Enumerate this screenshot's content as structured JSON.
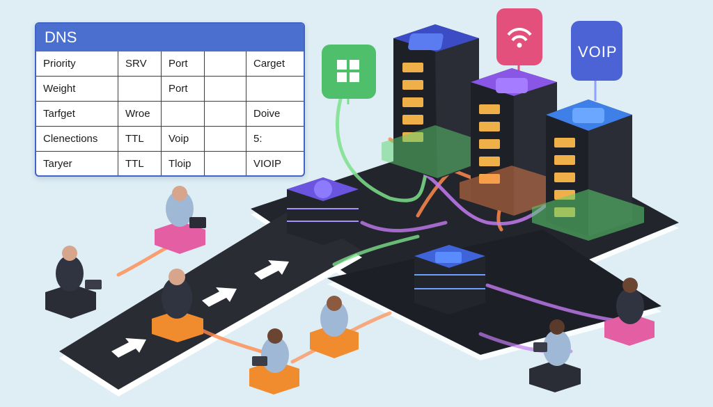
{
  "dns_table": {
    "title": "DNS",
    "rows": [
      [
        "Priority",
        "SRV",
        "Port",
        "",
        "Carget"
      ],
      [
        "Weight",
        "",
        "Port",
        "",
        ""
      ],
      [
        "Tarfget",
        "Wroe",
        "",
        "",
        "Doive"
      ],
      [
        "Clenections",
        "TTL",
        "Voip",
        "",
        "5:"
      ],
      [
        "Taryer",
        "TTL",
        "Tloip",
        "",
        "VIOIP"
      ]
    ]
  },
  "signs": {
    "voip_label": "VOIP"
  },
  "icons": {
    "left_sign": "grid-window-icon",
    "middle_sign": "wifi-icon",
    "right_sign": "voip-sign"
  },
  "colors": {
    "background": "#dfeef4",
    "table_header": "#4a6fcf",
    "platform": "#1f2128",
    "green_link": "#7be08a",
    "orange_link": "#ff8a4c",
    "purple_link": "#c27bf0",
    "pink_sign": "#e4507c",
    "green_sign": "#4fbf6c",
    "blue_sign": "#4c63d6"
  }
}
